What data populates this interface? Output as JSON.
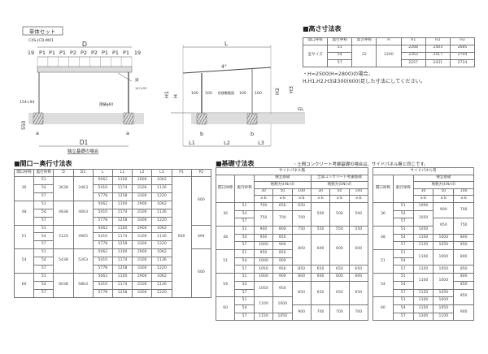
{
  "side_view": {
    "badge": "単体セット",
    "model": "CXS-JCD-W01",
    "d_label": "D",
    "pitch_labels": [
      "19",
      "P1",
      "P1",
      "P1",
      "P2",
      "P2",
      "P2",
      "P1",
      "P1",
      "P1",
      "19"
    ],
    "beam_label": "梁",
    "beam_size": "147×55",
    "gutter_label": "雨樋φ60",
    "post_size": "154×93",
    "depth_550": "550",
    "a_label": "a",
    "d1_label": "D1",
    "caption": "独立基礎の場合"
  },
  "front_view": {
    "l_label": "L",
    "angle": "4°",
    "h1": "H1",
    "h": "H",
    "h2": "H2",
    "h3": "H3",
    "gl": "GL",
    "clearances": [
      "100",
      "100",
      "柱移動範囲",
      "100",
      "100"
    ],
    "b_label": "b",
    "l1": "L1",
    "l2": "L2",
    "l3": "L3"
  },
  "height_table": {
    "title": "■高さ寸法表",
    "headers": [
      "間口呼称",
      "奥行呼称",
      "高さ呼称",
      "H",
      "H1",
      "H2",
      "H3"
    ],
    "rows": [
      [
        [
          "全サイズ",
          3
        ],
        "51",
        [
          "22",
          3
        ],
        [
          "2200",
          3
        ],
        "2268",
        "2403",
        "2685"
      ],
      [
        "54",
        "2263",
        "2417",
        "2704"
      ],
      [
        "57",
        "2257",
        "2431",
        "2724"
      ]
    ],
    "notes": [
      "・H=2500(H=2800)の場合、",
      "H,H1,H2,H3は300(600)足した寸法にしてください。"
    ]
  },
  "frontage_table": {
    "title": "■間口－奥行寸法表",
    "headers": [
      "間口呼称",
      "奥行呼称",
      "D",
      "D1",
      "L",
      "L1",
      "L2",
      "L3",
      "P1",
      "P2"
    ],
    "rows": [
      [
        [
          "36",
          3
        ],
        "51",
        [
          "3638",
          3
        ],
        [
          "3463",
          3
        ],
        "5062",
        "1100",
        "2900",
        "1062",
        [
          "600",
          15
        ],
        [
          "600",
          6
        ]
      ],
      [
        "54",
        "5410",
        "1174",
        "3100",
        "1136"
      ],
      [
        "57",
        "5778",
        "1258",
        "3300",
        "1220"
      ],
      [
        [
          "48",
          3
        ],
        "51",
        [
          "4838",
          3
        ],
        [
          "4663",
          3
        ],
        "5062",
        "1100",
        "2900",
        "1062"
      ],
      [
        "54",
        "5410",
        "1174",
        "3100",
        "1136"
      ],
      [
        "57",
        "5778",
        "1258",
        "3300",
        "1220"
      ],
      [
        [
          "51",
          3
        ],
        "51",
        [
          "5120",
          3
        ],
        [
          "4965",
          3
        ],
        "5062",
        "1100",
        "2900",
        "1062",
        [
          "494",
          3
        ]
      ],
      [
        "54",
        "5410",
        "1174",
        "3100",
        "1136"
      ],
      [
        "57",
        "5778",
        "1258",
        "3300",
        "1220"
      ],
      [
        [
          "54",
          3
        ],
        "51",
        [
          "5438",
          3
        ],
        [
          "5263",
          3
        ],
        "5062",
        "1100",
        "2900",
        "1062",
        [
          "600",
          6
        ]
      ],
      [
        "54",
        "5410",
        "1174",
        "3100",
        "1136"
      ],
      [
        "57",
        "5778",
        "1258",
        "3300",
        "1220"
      ],
      [
        [
          "60",
          3
        ],
        "51",
        [
          "6038",
          3
        ],
        [
          "5863",
          3
        ],
        "5062",
        "1100",
        "2900",
        "1062"
      ],
      [
        "54",
        "5410",
        "1174",
        "3100",
        "1136"
      ],
      [
        "57",
        "5778",
        "1258",
        "3300",
        "1220"
      ]
    ]
  },
  "foundation_table": {
    "title": "■基礎寸法表",
    "note": "・土間コンクリート考慮基礎の場合は、サイドパネル無と同じです。",
    "no_panel": {
      "group": "サイドパネル無",
      "frontage": "間口呼称",
      "depth": "奥行呼称",
      "sub_groups": [
        "独立基礎",
        "土間コンクリート考慮基礎"
      ],
      "bearing": "地耐力(kN/㎡)",
      "capacities": [
        "30",
        "50",
        "100",
        "30",
        "50",
        "100"
      ],
      "unit": "a-b",
      "rows": [
        [
          [
            "36",
            3
          ],
          "51",
          "700",
          "650",
          "650",
          [
            "500",
            3
          ],
          [
            "500",
            3
          ],
          [
            "500",
            3
          ]
        ],
        [
          "54",
          [
            "750",
            2
          ],
          [
            "700",
            2
          ],
          [
            "700",
            2
          ]
        ],
        [
          "57"
        ],
        [
          [
            "48",
            3
          ],
          "51",
          "900",
          "800",
          "750",
          "550",
          "550",
          "550"
        ],
        [
          "54",
          "950",
          "850",
          [
            "800",
            4
          ],
          [
            "600",
            4
          ],
          [
            "600",
            4
          ],
          [
            "600",
            4
          ]
        ],
        [
          "57",
          "1000",
          "900"
        ],
        [
          [
            "51",
            3
          ],
          "51",
          "950",
          "850"
        ],
        [
          "54",
          "1000",
          "900"
        ],
        [
          "57",
          "1050",
          "950",
          "850",
          "650",
          "650",
          "650"
        ],
        [
          [
            "54",
            3
          ],
          "51",
          "1000",
          "900",
          "800",
          "600",
          "600",
          "600"
        ],
        [
          "54",
          [
            "1050",
            2
          ],
          [
            "950",
            2
          ],
          [
            "850",
            3
          ],
          [
            "650",
            3
          ],
          [
            "650",
            3
          ],
          [
            "650",
            3
          ]
        ],
        [
          "57"
        ],
        [
          [
            "60",
            3
          ],
          "51",
          [
            "1100",
            2
          ],
          [
            "1000",
            2
          ]
        ],
        [
          "54",
          [
            "900",
            2
          ],
          [
            "700",
            2
          ],
          [
            "700",
            2
          ],
          [
            "700",
            2
          ]
        ],
        [
          "57",
          "1150",
          "1050"
        ]
      ]
    },
    "with_panel": {
      "group": "サイドパネル有",
      "frontage": "間口呼称",
      "depth": "奥行呼称",
      "sub_group": "独立基礎",
      "bearing": "地耐力(kN/㎡)",
      "capacities": [
        "30",
        "50",
        "100"
      ],
      "unit": "a-b",
      "rows": [
        [
          [
            "36",
            3
          ],
          "51",
          "1000",
          [
            "900",
            2
          ],
          [
            "700",
            2
          ]
        ],
        [
          "54",
          [
            "1050",
            2
          ]
        ],
        [
          "57",
          [
            "950",
            2
          ],
          [
            "750",
            2
          ]
        ],
        [
          [
            "48",
            3
          ],
          "51",
          "1050"
        ],
        [
          "54",
          "1100",
          "1000",
          "800"
        ],
        [
          "57",
          "1150",
          "1050",
          "850"
        ],
        [
          [
            "51",
            3
          ],
          "51",
          [
            "1100",
            2
          ],
          [
            "1000",
            2
          ],
          [
            "800",
            2
          ]
        ],
        [
          "54"
        ],
        [
          "57",
          "1150",
          "1050",
          "850"
        ],
        [
          [
            "54",
            3
          ],
          "51",
          [
            "1100",
            2
          ],
          [
            "1000",
            2
          ],
          "800"
        ],
        [
          "54",
          "850"
        ],
        [
          "57",
          "1150",
          "1050",
          [
            "850",
            2
          ]
        ],
        [
          [
            "60",
            3
          ],
          "51",
          "1100",
          "1000"
        ],
        [
          "54",
          "1150",
          "1050",
          [
            "900",
            2
          ]
        ],
        [
          "57",
          "1200",
          "1100"
        ]
      ]
    }
  }
}
